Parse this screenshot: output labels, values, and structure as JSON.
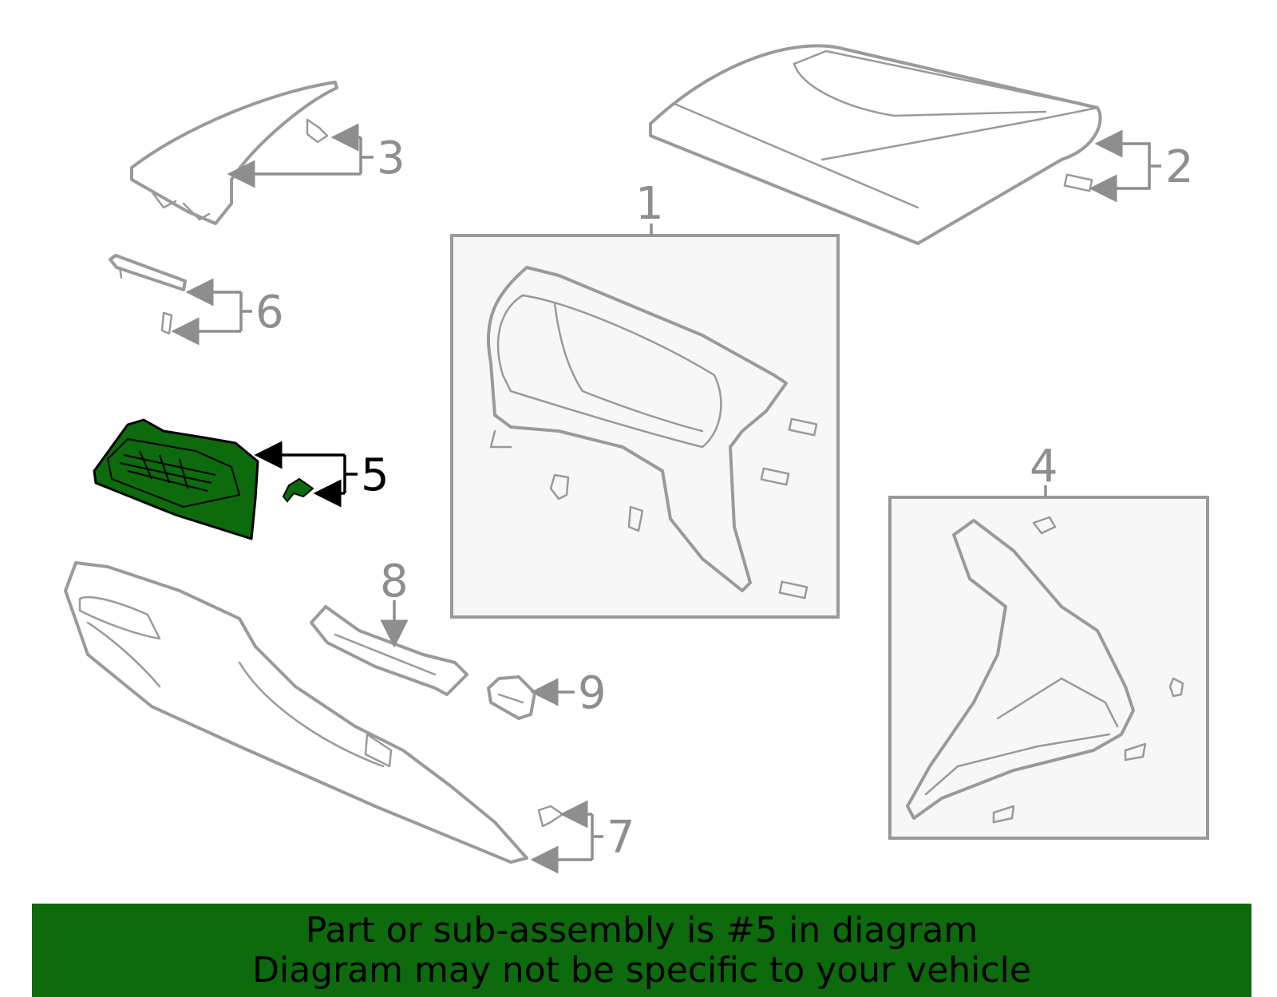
{
  "colors": {
    "highlight": "#0d6a0d",
    "outline": "#9a9a9a",
    "label": "#8e8e8e",
    "banner_bg": "#0d6a0d"
  },
  "callouts": [
    "1",
    "2",
    "3",
    "4",
    "5",
    "6",
    "7",
    "8",
    "9"
  ],
  "highlighted_part": "5",
  "banner": {
    "line1": "Part or sub-assembly is #5 in diagram",
    "line2": "Diagram may not be specific to your vehicle"
  }
}
